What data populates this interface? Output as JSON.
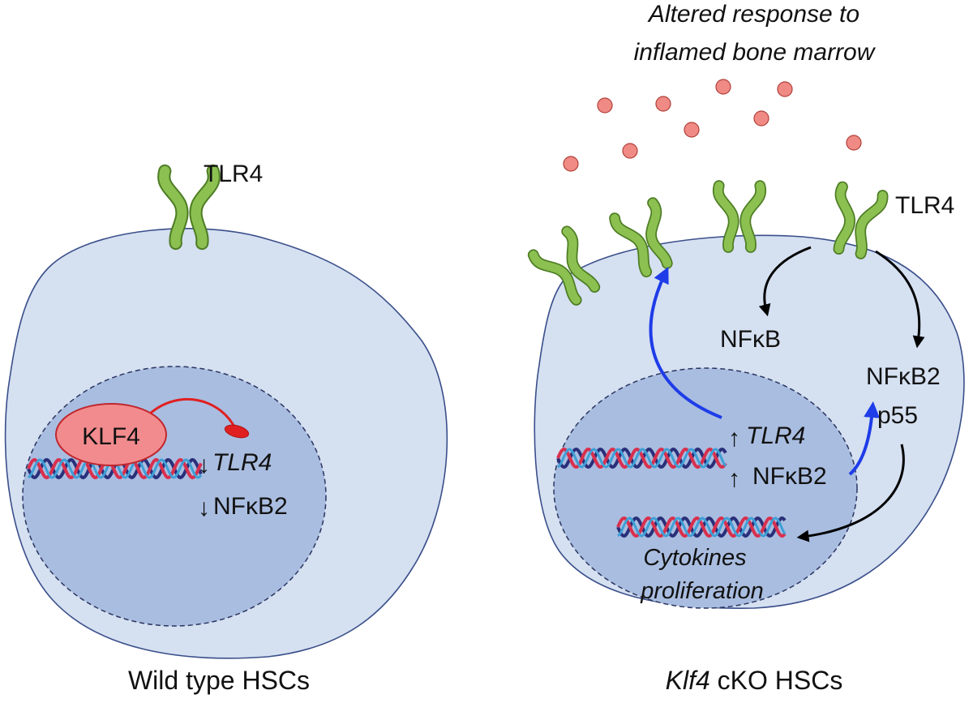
{
  "left_panel": {
    "caption": "Wild type HSCs",
    "receptor_label": "TLR4",
    "repressor_label": "KLF4",
    "tlr4_arrow": "↓",
    "tlr4_gene": "TLR4",
    "nfkb2_arrow": "↓",
    "nfkb2_label": "NFκB2"
  },
  "right_panel": {
    "title_line1": "Altered response to",
    "title_line2": "inflamed bone marrow",
    "receptor_label": "TLR4",
    "nfkb_label": "NFκB",
    "nfkb2_p55_line1": "NFκB2",
    "nfkb2_p55_line2": "p55",
    "tlr4_arrow": "↑",
    "tlr4_gene": "TLR4",
    "nfkb2_arrow": "↑",
    "nfkb2_label": "NFκB2",
    "output_line1": "Cytokines",
    "output_line2": "proliferation",
    "caption_gene": "Klf4",
    "caption_rest": " cKO HSCs"
  },
  "colors": {
    "cell_fill": "#d5e0f1",
    "cell_stroke": "#3a4f8a",
    "nucleus_fill": "#a9bde0",
    "nucleus_stroke": "#2a3560",
    "receptor_green": "#8cc152",
    "receptor_outline": "#4e7d24",
    "klf4_fill": "#f28b8e",
    "inhibition_red": "#e02020",
    "upregulation_blue": "#1e3ce8",
    "signaling_black": "#000000",
    "ligand_fill": "#f08a84",
    "dna_strand_blue": "#3e9fd6",
    "dna_strand_red": "#d8304d",
    "dna_strand_navy": "#2a2f7a"
  }
}
